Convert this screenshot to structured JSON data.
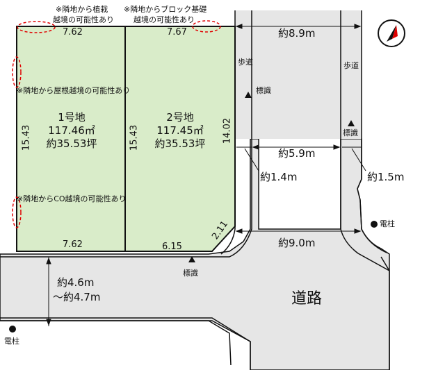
{
  "notes": {
    "top_left": [
      "※隣地から植栽",
      "越境の可能性あり"
    ],
    "top_right": [
      "※隣地からブロック基礎",
      "越境の可能性あり"
    ],
    "roof": "※隣地から屋根越境の可能性あり",
    "co": "※隣地からCO越境の可能性あり"
  },
  "lots": [
    {
      "name": "1号地",
      "area": "117.46㎡",
      "tsubo": "約35.53坪"
    },
    {
      "name": "2号地",
      "area": "117.45㎡",
      "tsubo": "約35.53坪"
    }
  ],
  "dimensions": {
    "lot1_top": "7.62",
    "lot2_top": "7.67",
    "lot1_bottom": "7.62",
    "lot2_bottom": "6.15",
    "lot1_left": "15.43",
    "lot_divider": "15.43",
    "lot2_right": "14.02",
    "corner_cut": "2.11",
    "upper_road_width": "約8.9m",
    "carriageway_width": "約5.9m",
    "left_sidewalk_width": "約1.4m",
    "right_sidewalk_width": "約1.5m",
    "lower_road_width": "約9.0m",
    "front_road_width": [
      "約4.6m",
      "～約4.7m"
    ]
  },
  "labels": {
    "sidewalk_left": "歩道",
    "sidewalk_right": "歩道",
    "road": "道路",
    "marker": "標識",
    "pole": "電柱"
  },
  "icons": {
    "compass": "north-arrow-icon",
    "marker": "triangle-marker-icon",
    "pole": "utility-pole-icon"
  },
  "colors": {
    "lot_fill": "#d9ecc9",
    "road_fill": "#e6e6e6",
    "note_marks": "#e00000"
  }
}
